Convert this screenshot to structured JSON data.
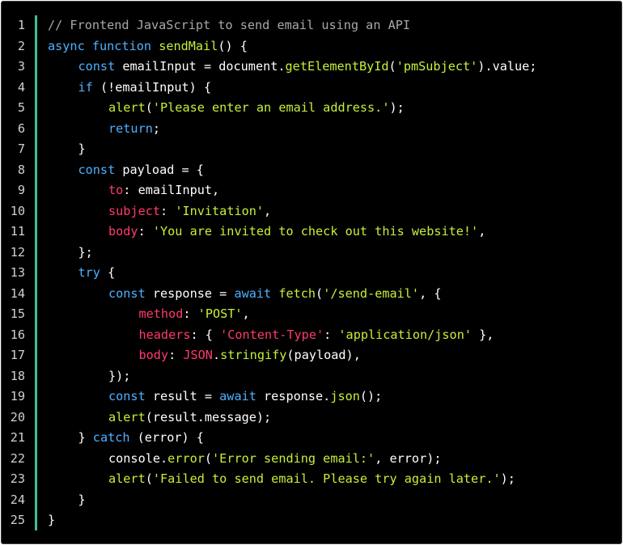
{
  "editor": {
    "colors": {
      "background": "#000000",
      "gutter_bar": "#3fbf8f",
      "line_number": "#d0d0d0",
      "plain": "#ffffff",
      "keyword": "#4fb0ff",
      "function": "#c7ee3b",
      "string": "#c7ee3b",
      "property": "#ff3b6b",
      "comment": "#a8a8a8"
    },
    "lines": [
      {
        "num": "1",
        "indent": 0,
        "tokens": [
          {
            "t": "// Frontend JavaScript to send email using an API",
            "k": "comment"
          }
        ]
      },
      {
        "num": "2",
        "indent": 0,
        "tokens": [
          {
            "t": "async",
            "k": "keyword"
          },
          {
            "t": " ",
            "k": "plain"
          },
          {
            "t": "function",
            "k": "keyword"
          },
          {
            "t": " ",
            "k": "plain"
          },
          {
            "t": "sendMail",
            "k": "function"
          },
          {
            "t": "() {",
            "k": "plain"
          }
        ]
      },
      {
        "num": "3",
        "indent": 1,
        "tokens": [
          {
            "t": "const",
            "k": "keyword"
          },
          {
            "t": " emailInput = document.",
            "k": "plain"
          },
          {
            "t": "getElementById",
            "k": "function"
          },
          {
            "t": "(",
            "k": "plain"
          },
          {
            "t": "'pmSubject'",
            "k": "string"
          },
          {
            "t": ").value;",
            "k": "plain"
          }
        ]
      },
      {
        "num": "4",
        "indent": 1,
        "tokens": [
          {
            "t": "if",
            "k": "keyword"
          },
          {
            "t": " (!emailInput) {",
            "k": "plain"
          }
        ]
      },
      {
        "num": "5",
        "indent": 2,
        "tokens": [
          {
            "t": "alert",
            "k": "function"
          },
          {
            "t": "(",
            "k": "plain"
          },
          {
            "t": "'Please enter an email address.'",
            "k": "string"
          },
          {
            "t": ");",
            "k": "plain"
          }
        ]
      },
      {
        "num": "6",
        "indent": 2,
        "tokens": [
          {
            "t": "return",
            "k": "keyword"
          },
          {
            "t": ";",
            "k": "plain"
          }
        ]
      },
      {
        "num": "7",
        "indent": 1,
        "tokens": [
          {
            "t": "}",
            "k": "plain"
          }
        ]
      },
      {
        "num": "8",
        "indent": 1,
        "tokens": [
          {
            "t": "const",
            "k": "keyword"
          },
          {
            "t": " payload = {",
            "k": "plain"
          }
        ]
      },
      {
        "num": "9",
        "indent": 2,
        "tokens": [
          {
            "t": "to",
            "k": "property"
          },
          {
            "t": ": emailInput,",
            "k": "plain"
          }
        ]
      },
      {
        "num": "10",
        "indent": 2,
        "tokens": [
          {
            "t": "subject",
            "k": "property"
          },
          {
            "t": ": ",
            "k": "plain"
          },
          {
            "t": "'Invitation'",
            "k": "string"
          },
          {
            "t": ",",
            "k": "plain"
          }
        ]
      },
      {
        "num": "11",
        "indent": 2,
        "tokens": [
          {
            "t": "body",
            "k": "property"
          },
          {
            "t": ": ",
            "k": "plain"
          },
          {
            "t": "'You are invited to check out this website!'",
            "k": "string"
          },
          {
            "t": ",",
            "k": "plain"
          }
        ]
      },
      {
        "num": "12",
        "indent": 1,
        "tokens": [
          {
            "t": "};",
            "k": "plain"
          }
        ]
      },
      {
        "num": "13",
        "indent": 1,
        "tokens": [
          {
            "t": "try",
            "k": "keyword"
          },
          {
            "t": " {",
            "k": "plain"
          }
        ]
      },
      {
        "num": "14",
        "indent": 2,
        "tokens": [
          {
            "t": "const",
            "k": "keyword"
          },
          {
            "t": " response = ",
            "k": "plain"
          },
          {
            "t": "await",
            "k": "keyword"
          },
          {
            "t": " ",
            "k": "plain"
          },
          {
            "t": "fetch",
            "k": "function"
          },
          {
            "t": "(",
            "k": "plain"
          },
          {
            "t": "'/send-email'",
            "k": "string"
          },
          {
            "t": ", {",
            "k": "plain"
          }
        ]
      },
      {
        "num": "15",
        "indent": 3,
        "tokens": [
          {
            "t": "method",
            "k": "property"
          },
          {
            "t": ": ",
            "k": "plain"
          },
          {
            "t": "'POST'",
            "k": "string"
          },
          {
            "t": ",",
            "k": "plain"
          }
        ]
      },
      {
        "num": "16",
        "indent": 3,
        "tokens": [
          {
            "t": "headers",
            "k": "property"
          },
          {
            "t": ": { ",
            "k": "plain"
          },
          {
            "t": "'Content-Type'",
            "k": "property"
          },
          {
            "t": ": ",
            "k": "plain"
          },
          {
            "t": "'application/json'",
            "k": "string"
          },
          {
            "t": " },",
            "k": "plain"
          }
        ]
      },
      {
        "num": "17",
        "indent": 3,
        "tokens": [
          {
            "t": "body",
            "k": "property"
          },
          {
            "t": ": ",
            "k": "plain"
          },
          {
            "t": "JSON",
            "k": "property"
          },
          {
            "t": ".",
            "k": "plain"
          },
          {
            "t": "stringify",
            "k": "function"
          },
          {
            "t": "(payload),",
            "k": "plain"
          }
        ]
      },
      {
        "num": "18",
        "indent": 2,
        "tokens": [
          {
            "t": "});",
            "k": "plain"
          }
        ]
      },
      {
        "num": "19",
        "indent": 2,
        "tokens": [
          {
            "t": "const",
            "k": "keyword"
          },
          {
            "t": " result = ",
            "k": "plain"
          },
          {
            "t": "await",
            "k": "keyword"
          },
          {
            "t": " response.",
            "k": "plain"
          },
          {
            "t": "json",
            "k": "function"
          },
          {
            "t": "();",
            "k": "plain"
          }
        ]
      },
      {
        "num": "20",
        "indent": 2,
        "tokens": [
          {
            "t": "alert",
            "k": "function"
          },
          {
            "t": "(result.message);",
            "k": "plain"
          }
        ]
      },
      {
        "num": "21",
        "indent": 1,
        "tokens": [
          {
            "t": "} ",
            "k": "plain"
          },
          {
            "t": "catch",
            "k": "keyword"
          },
          {
            "t": " (error) {",
            "k": "plain"
          }
        ]
      },
      {
        "num": "22",
        "indent": 2,
        "tokens": [
          {
            "t": "console.",
            "k": "plain"
          },
          {
            "t": "error",
            "k": "function"
          },
          {
            "t": "(",
            "k": "plain"
          },
          {
            "t": "'Error sending email:'",
            "k": "string"
          },
          {
            "t": ", error);",
            "k": "plain"
          }
        ]
      },
      {
        "num": "23",
        "indent": 2,
        "tokens": [
          {
            "t": "alert",
            "k": "function"
          },
          {
            "t": "(",
            "k": "plain"
          },
          {
            "t": "'Failed to send email. Please try again later.'",
            "k": "string"
          },
          {
            "t": ");",
            "k": "plain"
          }
        ]
      },
      {
        "num": "24",
        "indent": 1,
        "tokens": [
          {
            "t": "}",
            "k": "plain"
          }
        ]
      },
      {
        "num": "25",
        "indent": 0,
        "tokens": [
          {
            "t": "}",
            "k": "plain"
          }
        ]
      }
    ]
  }
}
